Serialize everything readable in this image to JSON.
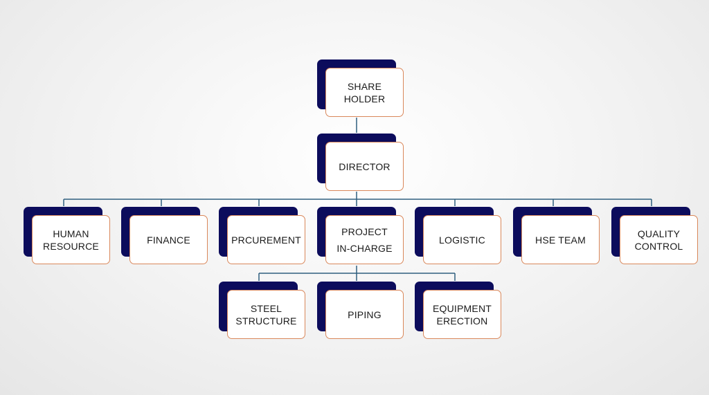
{
  "colors": {
    "shadow": "#0c0c5c",
    "card_border": "#d9875a",
    "connector": "#2f5f7f",
    "background": "#efefef"
  },
  "org_chart": {
    "share_holder": "SHARE\nHOLDER",
    "director": "DIRECTOR",
    "departments": {
      "human_resource": "HUMAN\nRESOURCE",
      "finance": "FINANCE",
      "procurement": "PRCUREMENT",
      "project_in_charge": "PROJECT\nIN-CHARGE",
      "logistic": "LOGISTIC",
      "hse_team": "HSE TEAM",
      "quality_control": "QUALITY\nCONTROL"
    },
    "project_teams": {
      "steel_structure": "STEEL\nSTRUCTURE",
      "piping": "PIPING",
      "equipment_erection": "EQUIPMENT\nERECTION"
    }
  }
}
